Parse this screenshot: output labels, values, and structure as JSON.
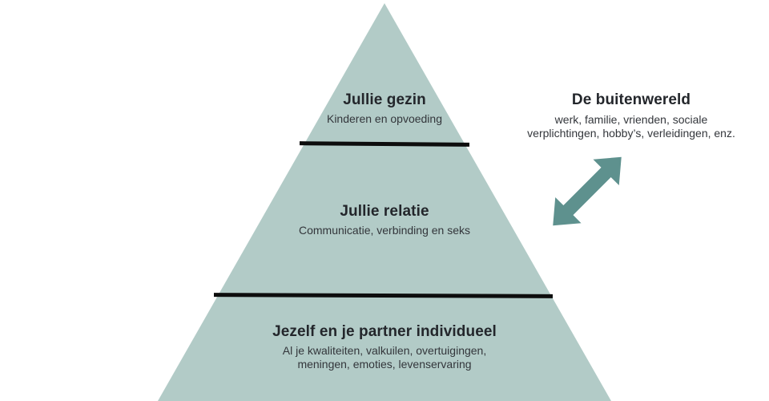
{
  "diagram": {
    "type": "pyramid",
    "language": "nl",
    "pyramid": {
      "fill_color": "#b2cbc7",
      "divider_color": "#0d0d0d",
      "levels": [
        {
          "title": "Jullie gezin",
          "subtitle_lines": [
            "Kinderen en opvoeding"
          ]
        },
        {
          "title": "Jullie relatie",
          "subtitle_lines": [
            "Communicatie, verbinding en seks"
          ]
        },
        {
          "title": "Jezelf en je partner individueel",
          "subtitle_lines": [
            "Al je kwaliteiten, valkuilen, overtuigingen,",
            "meningen, emoties, levenservaring"
          ]
        }
      ]
    },
    "outside_world": {
      "title": "De buitenwereld",
      "subtitle_lines": [
        "werk, familie, vrienden, sociale",
        "verplichtingen, hobby’s, verleidingen, enz."
      ],
      "arrow_color": "#5e918e",
      "arrow_icon": "double-headed-diagonal-arrow"
    }
  }
}
